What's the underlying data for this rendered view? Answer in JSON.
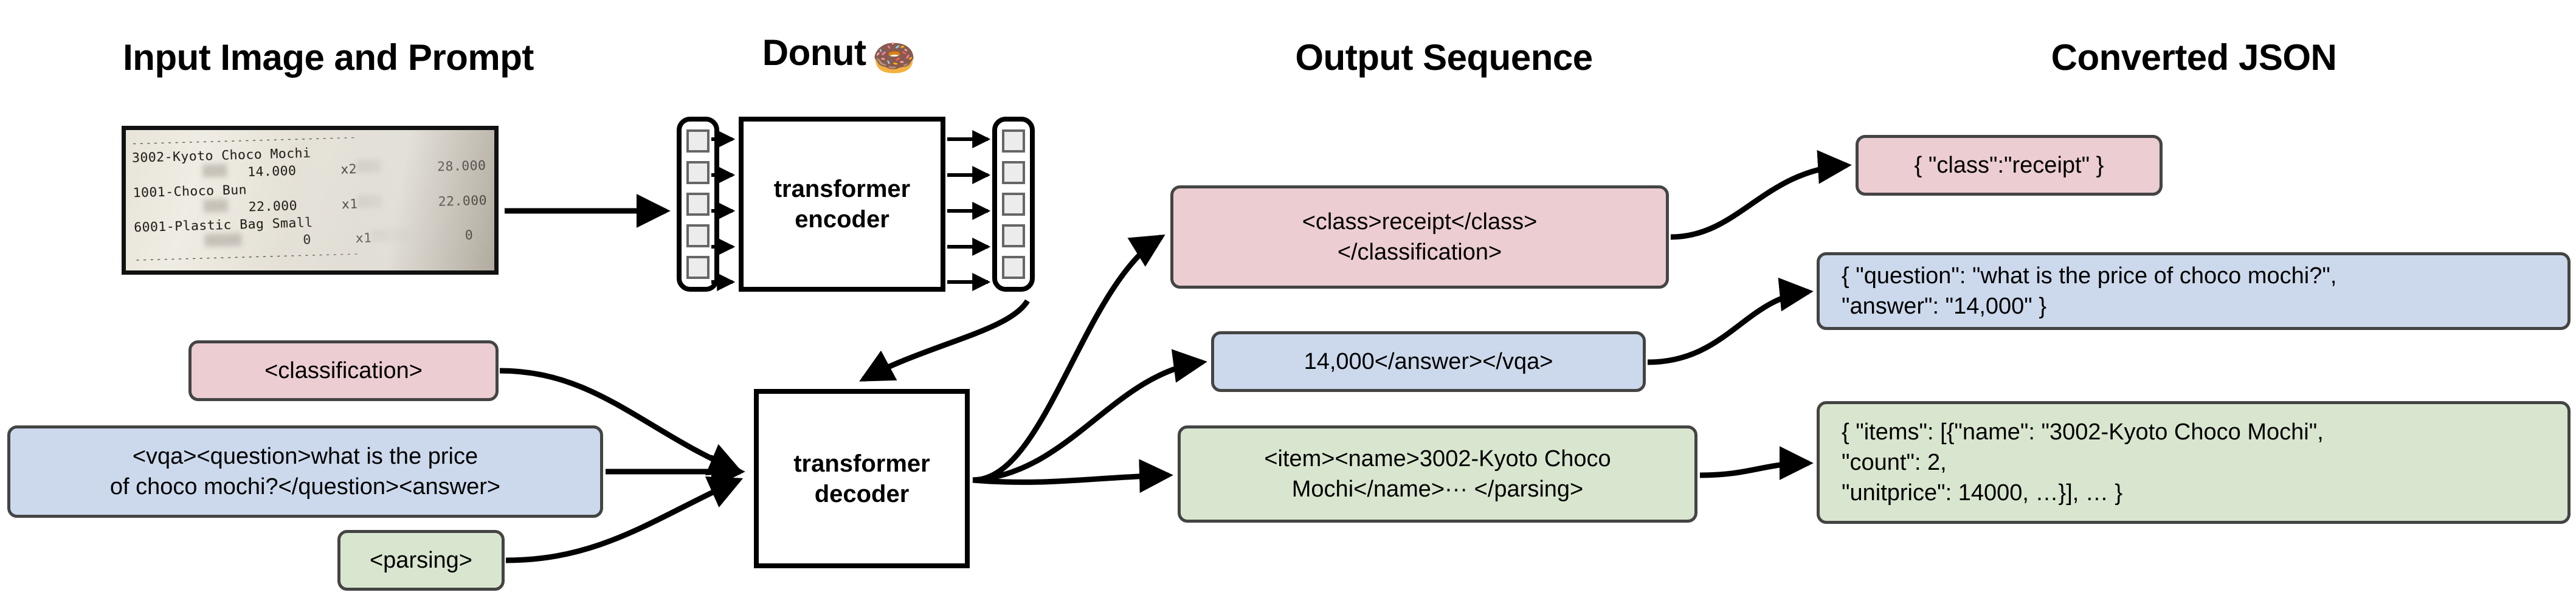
{
  "columns": {
    "input": "Input Image and Prompt",
    "donut": "Donut",
    "donut_emoji": "🍩",
    "output": "Output Sequence",
    "json": "Converted JSON"
  },
  "receipt": {
    "divider": "--------------------------------",
    "lines": [
      {
        "name": "3002-Kyoto Choco Mochi",
        "price": "14.000",
        "qty": "x2",
        "total": "28.000"
      },
      {
        "name": "1001-Choco Bun",
        "price": "22.000",
        "qty": "x1",
        "total": "22.000"
      },
      {
        "name": "6001-Plastic Bag Small",
        "price": "0",
        "qty": "x1",
        "total": "0"
      }
    ]
  },
  "model": {
    "encoder": "transformer\nencoder",
    "decoder": "transformer\ndecoder",
    "encoder_input_tokens": 5,
    "encoder_output_tokens": 5
  },
  "prompts": [
    {
      "id": "classification",
      "text": "<classification>",
      "color": "#eccdd1"
    },
    {
      "id": "vqa",
      "text": "<vqa><question>what is the price\nof choco mochi?</question><answer>",
      "color": "#ccd9ec"
    },
    {
      "id": "parsing",
      "text": "<parsing>",
      "color": "#d9e6cf"
    }
  ],
  "outputs": [
    {
      "id": "classification",
      "text": "<class>receipt</class>\n</classification>",
      "color": "#eccdd1"
    },
    {
      "id": "vqa",
      "text": "14,000</answer></vqa>",
      "color": "#ccd9ec"
    },
    {
      "id": "parsing",
      "text": "<item><name>3002-Kyoto Choco\nMochi</name>··· </parsing>",
      "color": "#d9e6cf"
    }
  ],
  "json_results": [
    {
      "id": "classification",
      "text": "{ \"class\":\"receipt\" }",
      "color": "#eccdd1"
    },
    {
      "id": "vqa",
      "text": "{ \"question\": \"what is the price of choco mochi?\",\n   \"answer\": \"14,000\" }",
      "color": "#ccd9ec"
    },
    {
      "id": "parsing",
      "text": "{ \"items\": [{\"name\": \"3002-Kyoto Choco Mochi\",\n     \"count\": 2,\n     \"unitprice\": 14000, …}], … }",
      "color": "#d9e6cf"
    }
  ],
  "colors": {
    "pink": "#eccdd1",
    "blue": "#ccd9ec",
    "green": "#d9e6cf",
    "box_border": "#444444",
    "wire": "#000000"
  }
}
